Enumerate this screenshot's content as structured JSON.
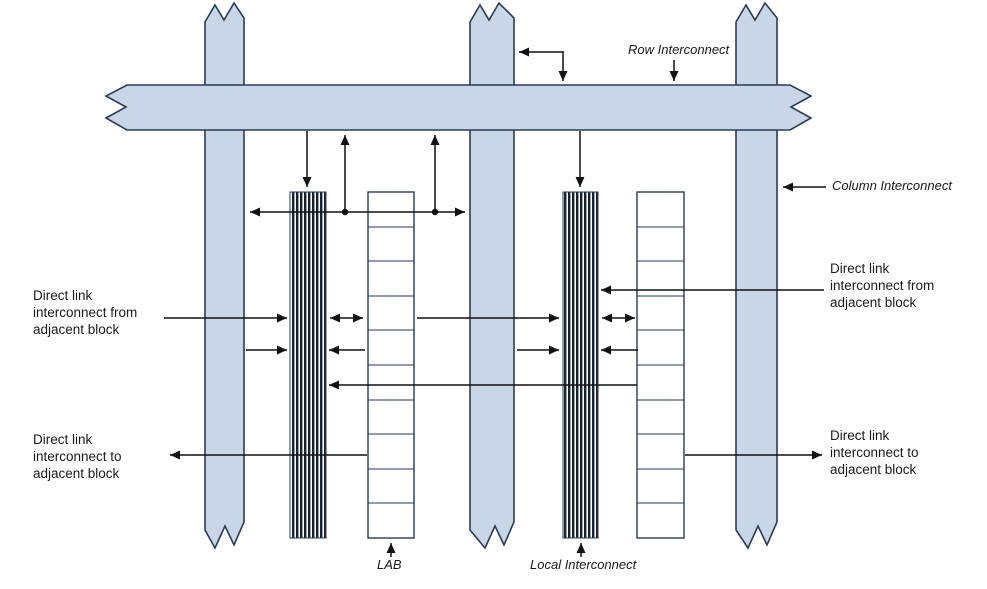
{
  "diagram": {
    "callouts": {
      "row_interconnect": "Row Interconnect",
      "column_interconnect": "Column Interconnect",
      "lab": "LAB",
      "local_interconnect": "Local Interconnect"
    },
    "side_labels": {
      "left_from": "Direct link\ninterconnect from\nadjacent block",
      "left_to": "Direct link\ninterconnect to\nadjacent block",
      "right_from": "Direct link\ninterconnect from\nadjacent block",
      "right_to": "Direct link\ninterconnect to\nadjacent block"
    }
  },
  "colors": {
    "background": "#ffffff",
    "band-fill": "#c9d6e8",
    "band-stroke": "#2a3b55",
    "line": "#111111",
    "text": "#1a1a1a",
    "hatch-dark": "#18232f"
  }
}
